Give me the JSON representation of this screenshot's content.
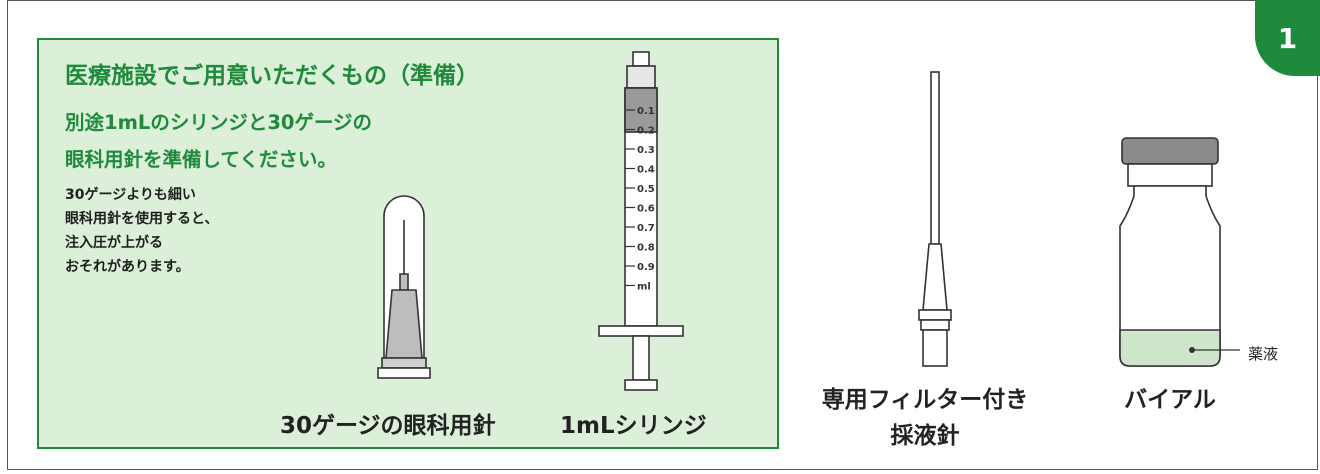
{
  "step_number": "1",
  "preparation": {
    "title": "医療施設でご用意いただくもの（準備）",
    "lines": [
      "別途1mLのシリンジと30ゲージの",
      "眼科用針を準備してください。"
    ],
    "note_lines": [
      "30ゲージよりも細い",
      "眼科用針を使用すると、",
      "注入圧が上がる",
      "おそれがあります。"
    ]
  },
  "syringe_scale": [
    "0.1",
    "0.2",
    "0.3",
    "0.4",
    "0.5",
    "0.6",
    "0.7",
    "0.8",
    "0.9",
    "ml"
  ],
  "items": {
    "needle_30g": "30ゲージの眼科用針",
    "syringe_1ml": "1mLシリンジ",
    "filter_needle": [
      "専用フィルター付き",
      "採液針"
    ],
    "vial": "バイアル"
  },
  "vial_callout": "薬液",
  "colors": {
    "accent_green": "#1f8a3b",
    "panel_green": "#dcefd9",
    "outline": "#333333"
  }
}
